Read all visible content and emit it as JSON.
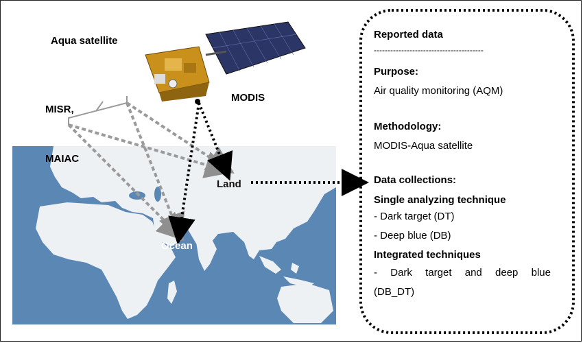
{
  "labels": {
    "aqua_satellite": "Aqua satellite",
    "misr_line1": "MISR,",
    "misr_line2": "MAIAC",
    "modis": "MODIS",
    "land": "Land",
    "ocean": "Ocean"
  },
  "panel": {
    "title": "Reported data",
    "divider": "----------------------------------------",
    "purpose_heading": "Purpose:",
    "purpose_value": "Air quality monitoring (AQM)",
    "methodology_heading": "Methodology:",
    "methodology_value": "MODIS-Aqua satellite",
    "data_collections_heading": "Data collections:",
    "single_heading": "Single analyzing technique",
    "single_items": [
      "- Dark target (DT)",
      "- Deep blue (DB)"
    ],
    "integrated_heading": "Integrated techniques",
    "integrated_line1": "- Dark target and deep blue",
    "integrated_line2": "(DB_DT)"
  },
  "colors": {
    "ocean_blue": "#5b87b4",
    "land_white": "#f2f4f6",
    "arrow_gray": "#9a9a9a",
    "arrow_black": "#000000",
    "satellite_gold": "#c9911c",
    "solar_panel": "#2b3566"
  }
}
